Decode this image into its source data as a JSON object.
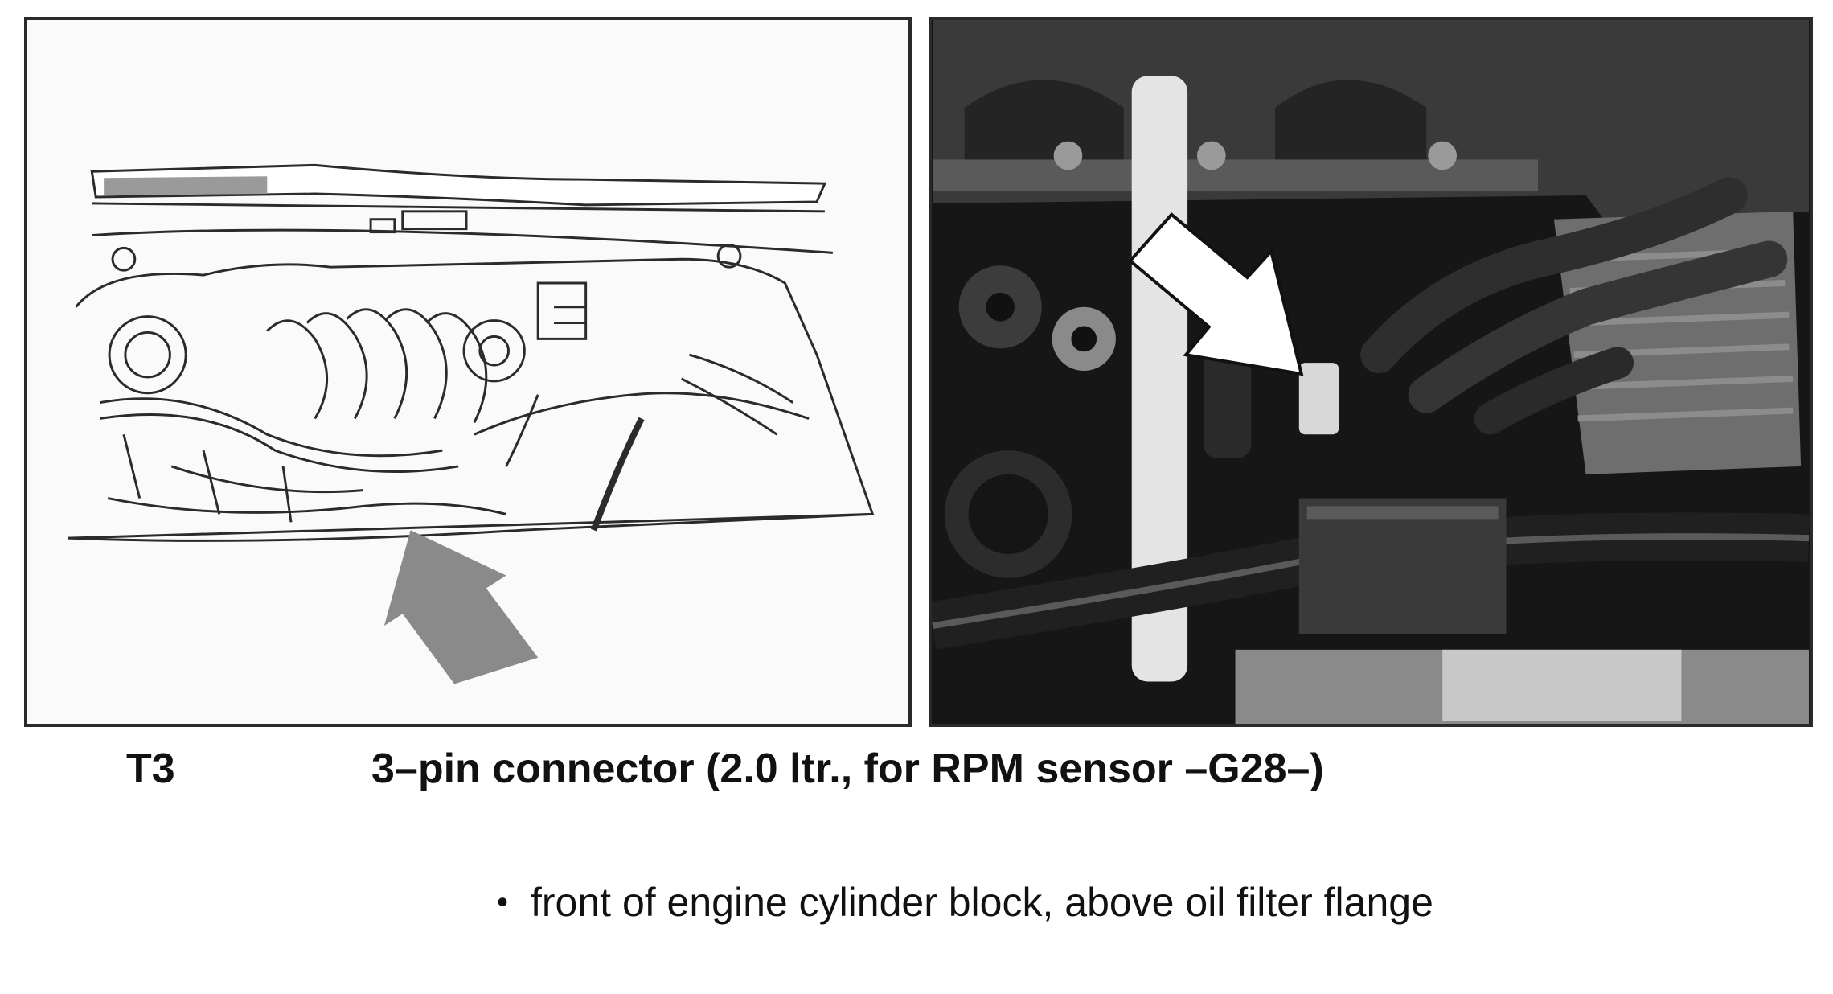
{
  "figure": {
    "left_image": {
      "kind": "line-drawing",
      "subject": "engine-compartment",
      "arrow_icon": "arrow-up-right-icon",
      "arrow_color": "#8a8a8a"
    },
    "right_image": {
      "kind": "photo",
      "subject": "engine-compartment",
      "arrow_icon": "arrow-down-right-icon",
      "arrow_color": "#ffffff"
    }
  },
  "caption": {
    "id": "T3",
    "title": "3–pin connector (2.0 ltr., for RPM sensor –G28–)"
  },
  "notes": {
    "bullet_symbol": "•",
    "items": [
      {
        "text": "front of engine cylinder block, above oil filter flange"
      }
    ]
  }
}
